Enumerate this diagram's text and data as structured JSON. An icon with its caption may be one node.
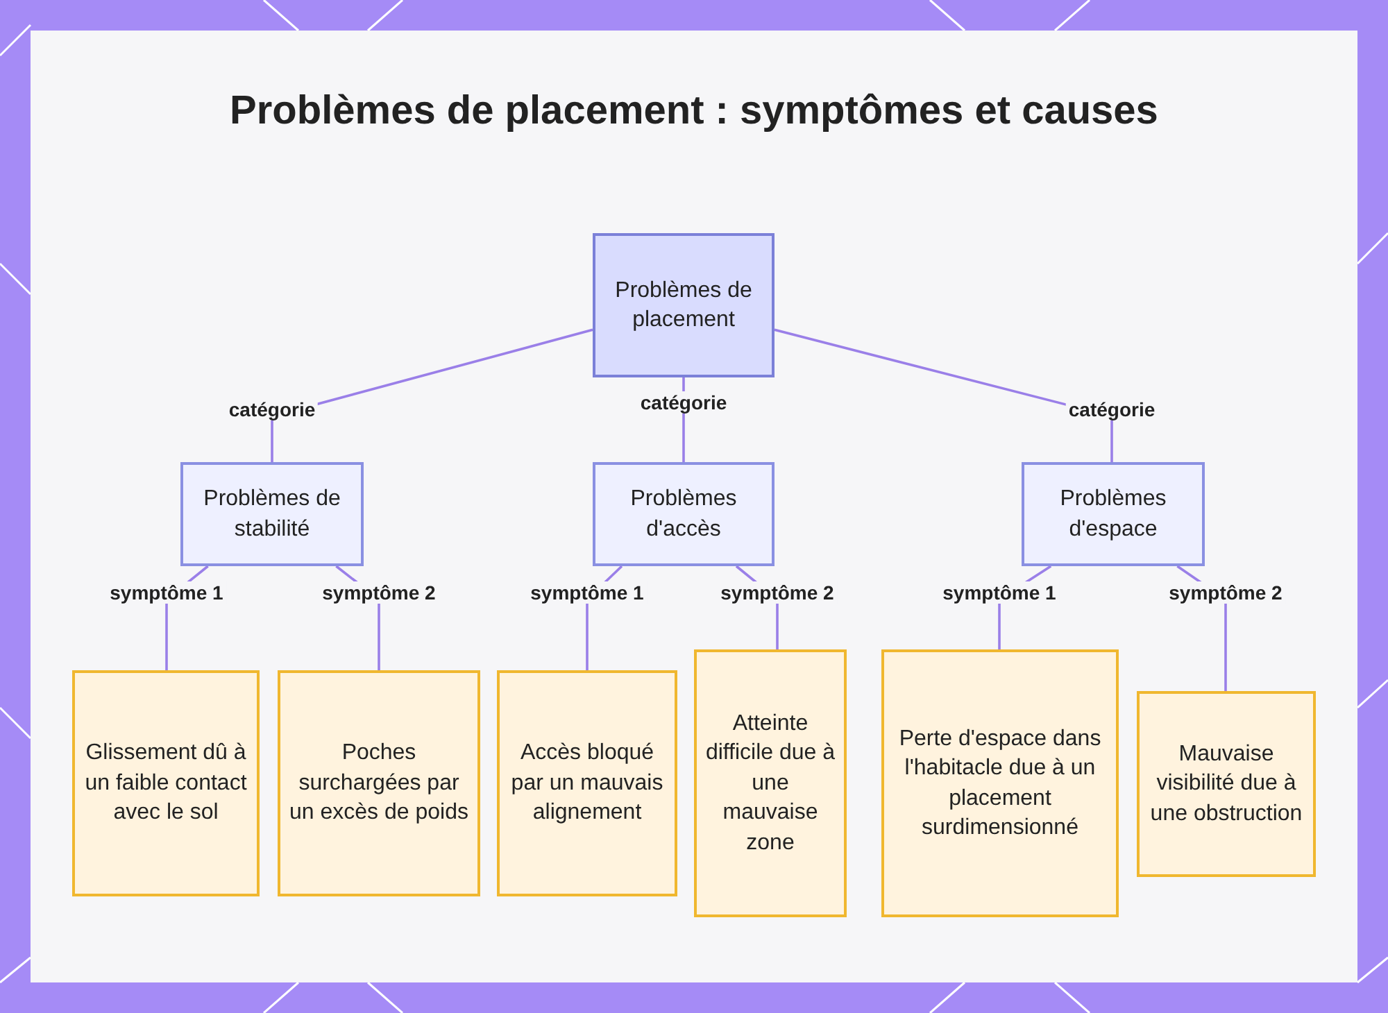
{
  "diagram": {
    "title": "Problèmes de placement : symptômes et causes",
    "nodes": [
      {
        "text": [
          "Problèmes de placement"
        ]
      },
      {
        "text": [
          "Problèmes de stabilité"
        ]
      },
      {
        "text": [
          "Problèmes d'accès"
        ]
      },
      {
        "text": [
          "Problèmes d'espace"
        ]
      },
      {
        "text": [
          "Glissement dû à un faible contact avec le sol"
        ]
      },
      {
        "text": [
          "Poches surchargées par un excès de poids"
        ]
      },
      {
        "text": [
          "Accès bloqué par un mauvais alignement"
        ]
      },
      {
        "text": [
          "Atteinte difficile due à une mauvaise zone"
        ]
      },
      {
        "text": [
          "Perte d'espace dans l'habitacle due à un placement surdimensionné"
        ]
      },
      {
        "text": [
          "Mauvaise visibilité due à une obstruction"
        ]
      }
    ],
    "edges": [
      {
        "from": 0,
        "to": 1,
        "arrow": "none",
        "label": "catégorie"
      },
      {
        "from": 0,
        "to": 2,
        "arrow": "none",
        "label": "catégorie"
      },
      {
        "from": 0,
        "to": 3,
        "arrow": "none",
        "label": "catégorie"
      },
      {
        "from": 1,
        "to": 4,
        "arrow": "none",
        "label": "symptôme 1"
      },
      {
        "from": 1,
        "to": 5,
        "arrow": "none",
        "label": "symptôme 2"
      },
      {
        "from": 2,
        "to": 6,
        "arrow": "none",
        "label": "symptôme 1"
      },
      {
        "from": 2,
        "to": 7,
        "arrow": "none",
        "label": "symptôme 2"
      },
      {
        "from": 3,
        "to": 8,
        "arrow": "none",
        "label": "symptôme 1"
      },
      {
        "from": 3,
        "to": 9,
        "arrow": "none",
        "label": "symptôme 2"
      }
    ]
  }
}
